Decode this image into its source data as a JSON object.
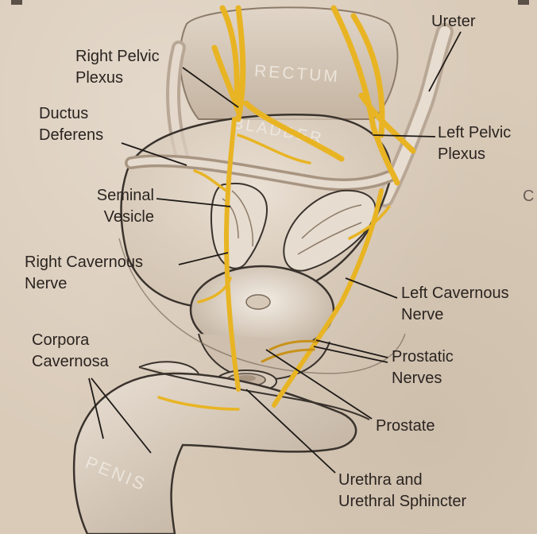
{
  "labels": {
    "ureter": "Ureter",
    "right_pelvic_plexus": "Right Pelvic\nPlexus",
    "ductus_deferens": "Ductus\nDeferens",
    "left_pelvic_plexus": "Left Pelvic\nPlexus",
    "seminal_vesicle": "Seminal\nVesicle",
    "right_cavernous_nerve": "Right Cavernous\nNerve",
    "left_cavernous_nerve": "Left Cavernous\nNerve",
    "corpora_cavernosa": "Corpora\nCavernosa",
    "prostatic_nerves": "Prostatic\nNerves",
    "prostate": "Prostate",
    "urethra_sphincter": "Urethra and\nUrethral Sphincter",
    "edge_letter": "C"
  },
  "organ_text": {
    "rectum": "RECTUM",
    "bladder": "BLADDER",
    "penis": "PENIS"
  },
  "colors": {
    "nerve": "#e8b423",
    "nerve_dark": "#c8921a",
    "tissue": "#e7ddd1",
    "tissue_shade": "#b9a795",
    "outline": "#3a332d",
    "leader": "#1e1a17"
  }
}
